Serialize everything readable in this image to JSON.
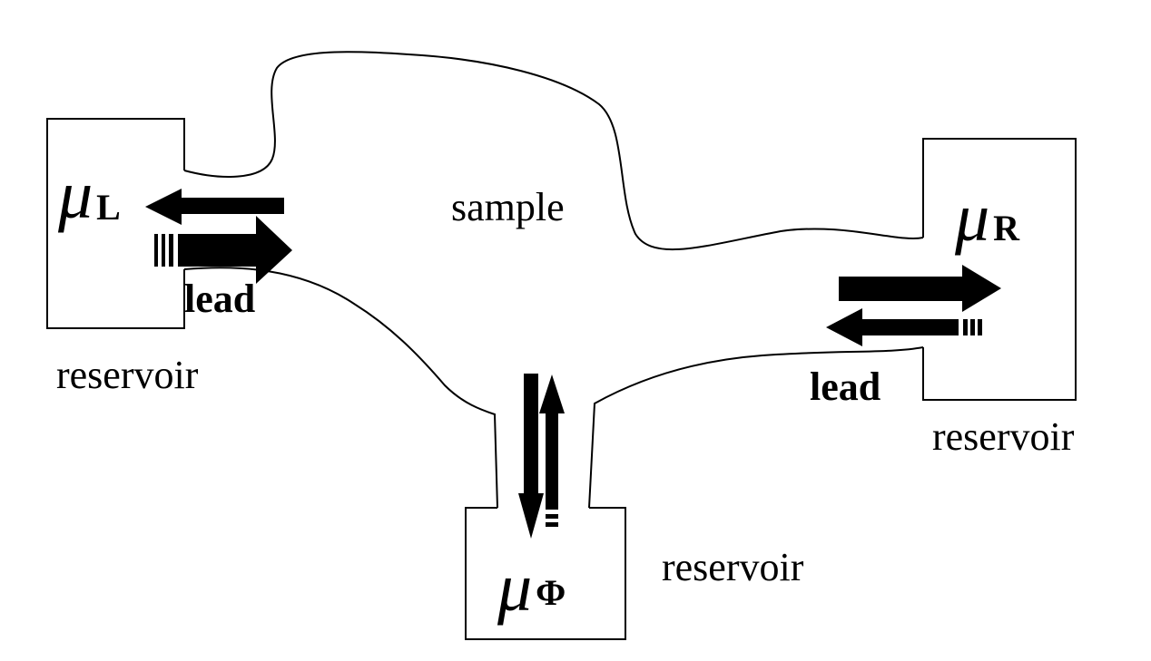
{
  "labels": {
    "sample": "sample",
    "lead_left": "lead",
    "lead_right": "lead",
    "reservoir_left": "reservoir",
    "reservoir_right": "reservoir",
    "reservoir_bottom": "reservoir"
  },
  "symbols": {
    "mu": "μ",
    "sub_left": "L",
    "sub_right": "R",
    "sub_bottom": "Φ"
  },
  "colors": {
    "ink": "#000000",
    "background": "#ffffff"
  }
}
